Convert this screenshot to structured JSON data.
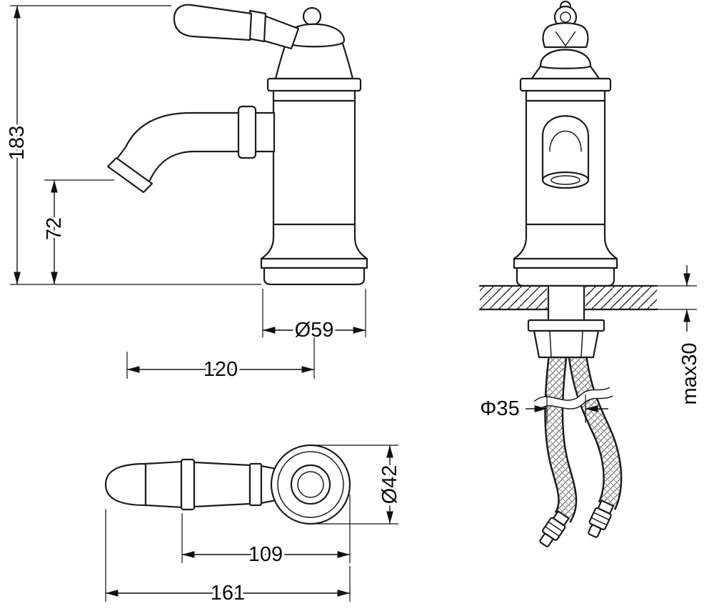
{
  "drawing": {
    "front": {
      "height_total": "183",
      "spout_height": "72",
      "base_diameter": "Ø59",
      "spout_reach": "120"
    },
    "side": {
      "hole_diameter": "Φ35",
      "max_thickness": "max30"
    },
    "top": {
      "head_diameter": "Ø42",
      "handle_center_dist": "109",
      "handle_total": "161"
    }
  }
}
